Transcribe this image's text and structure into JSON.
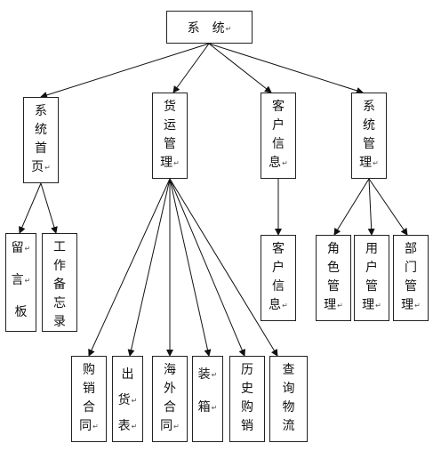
{
  "root": "系　统",
  "modules": [
    {
      "id": "m0",
      "label": "系统首页",
      "children": [
        {
          "id": "c0",
          "label": "留言板"
        },
        {
          "id": "c1",
          "label": "工作备忘录"
        }
      ]
    },
    {
      "id": "m1",
      "label": "货运管理",
      "children": [
        {
          "id": "c2",
          "label": "购销合同"
        },
        {
          "id": "c3",
          "label": "出货表"
        },
        {
          "id": "c4",
          "label": "海外合同"
        },
        {
          "id": "c5",
          "label": "装箱"
        },
        {
          "id": "c6",
          "label": "历史购销"
        },
        {
          "id": "c7",
          "label": "查询物流"
        }
      ]
    },
    {
      "id": "m2",
      "label": "客户信息",
      "children": [
        {
          "id": "c8",
          "label": "客户信息"
        }
      ]
    },
    {
      "id": "m3",
      "label": "系统管理",
      "children": [
        {
          "id": "c9",
          "label": "角色管理"
        },
        {
          "id": "c10",
          "label": "用户管理"
        },
        {
          "id": "c11",
          "label": "部门管理"
        }
      ]
    }
  ]
}
